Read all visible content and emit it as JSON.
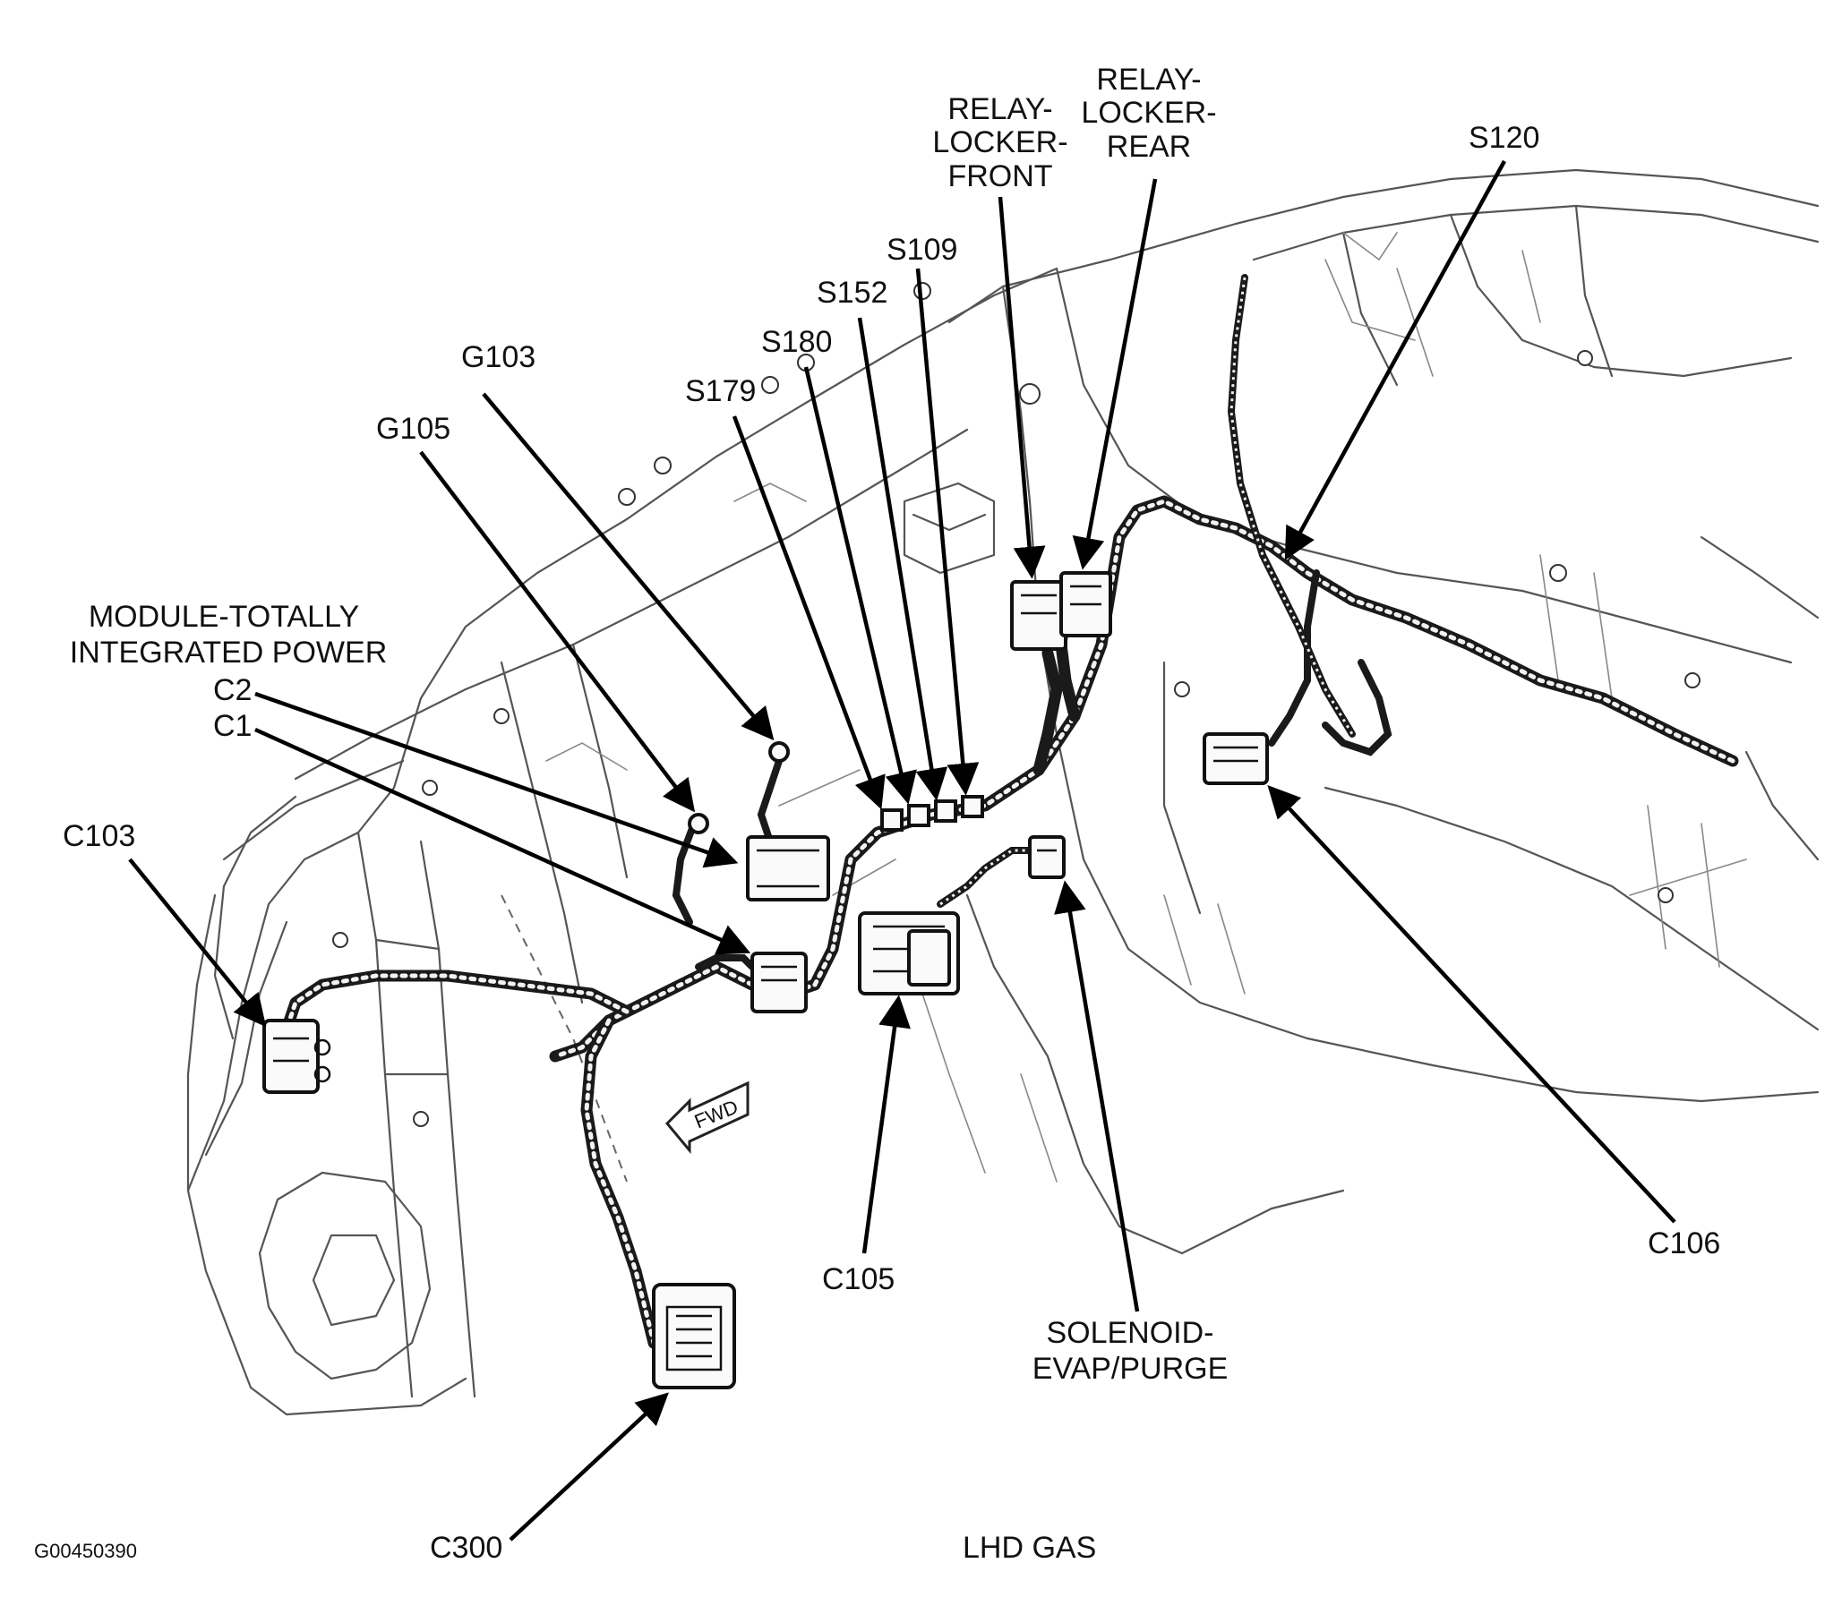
{
  "labels": {
    "module_tip_line1": "MODULE-TOTALLY",
    "module_tip_line2": "INTEGRATED POWER",
    "c2": "C2",
    "c1": "C1",
    "c103": "C103",
    "g105": "G105",
    "g103": "G103",
    "s179": "S179",
    "s180": "S180",
    "s152": "S152",
    "s109": "S109",
    "relay_front_line1": "RELAY-",
    "relay_front_line2": "LOCKER-",
    "relay_front_line3": "FRONT",
    "relay_rear_line1": "RELAY-",
    "relay_rear_line2": "LOCKER-",
    "relay_rear_line3": "REAR",
    "s120": "S120",
    "c105": "C105",
    "solenoid_line1": "SOLENOID-",
    "solenoid_line2": "EVAP/PURGE",
    "c106": "C106",
    "c300": "C300",
    "fwd": "FWD",
    "caption": "LHD GAS",
    "figure_id": "G00450390"
  }
}
